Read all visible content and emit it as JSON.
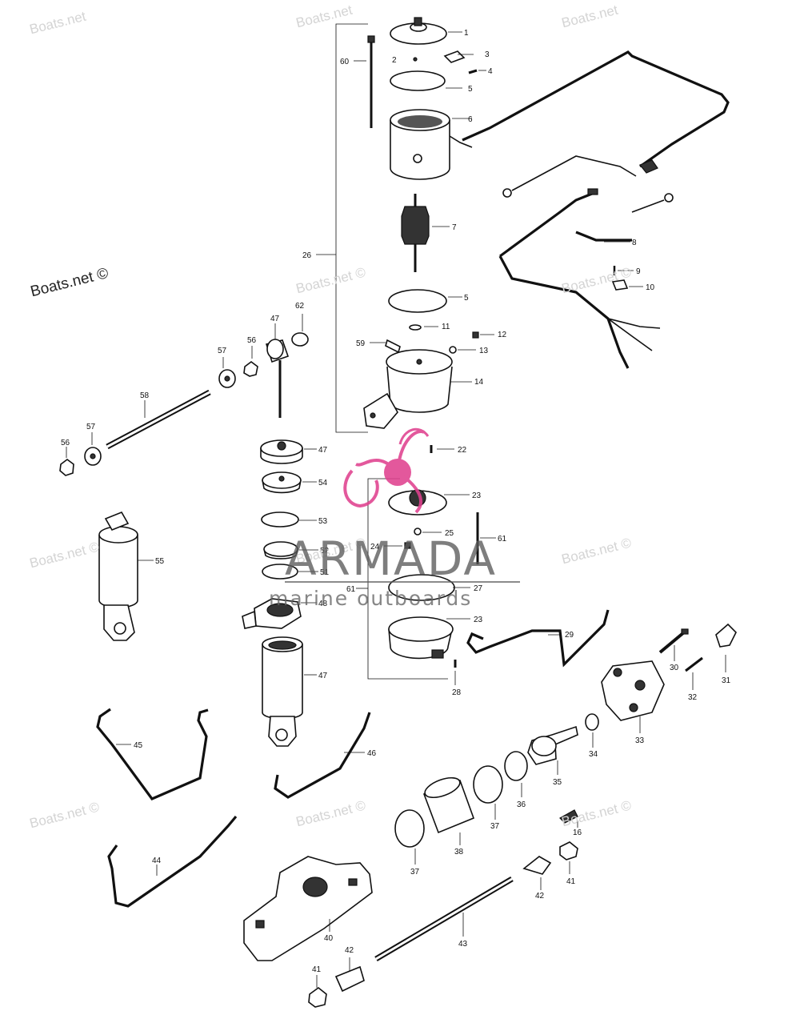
{
  "watermarks": {
    "site": "Boats.net",
    "site_mark": "Boats.net ©"
  },
  "brand": {
    "name": "ARMADA",
    "tagline": "marine outboards",
    "logo_color": "#e0418f",
    "watermark_color": "#d4d4d4"
  },
  "part_numbers": {
    "n1": "1",
    "n2": "2",
    "n3": "3",
    "n4": "4",
    "n5a": "5",
    "n5b": "5",
    "n6": "6",
    "n7": "7",
    "n8": "8",
    "n9": "9",
    "n10": "10",
    "n11": "11",
    "n12": "12",
    "n13": "13",
    "n14": "14",
    "n16": "16",
    "n22": "22",
    "n23a": "23",
    "n23b": "23",
    "n24": "24",
    "n25": "25",
    "n26": "26",
    "n27": "27",
    "n28": "28",
    "n29": "29",
    "n30": "30",
    "n31": "31",
    "n32": "32",
    "n33": "33",
    "n34": "34",
    "n35": "35",
    "n36": "36",
    "n37a": "37",
    "n37b": "37",
    "n38": "38",
    "n40": "40",
    "n41a": "41",
    "n41b": "41",
    "n42a": "42",
    "n42b": "42",
    "n43": "43",
    "n44": "44",
    "n45": "45",
    "n46": "46",
    "n47a": "47",
    "n47b": "47",
    "n47c": "47",
    "n48": "48",
    "n51": "51",
    "n52": "52",
    "n53": "53",
    "n54": "54",
    "n55": "55",
    "n56a": "56",
    "n56b": "56",
    "n57a": "57",
    "n57b": "57",
    "n58": "58",
    "n59": "59",
    "n60": "60",
    "n61a": "61",
    "n61b": "61",
    "n62": "62"
  }
}
